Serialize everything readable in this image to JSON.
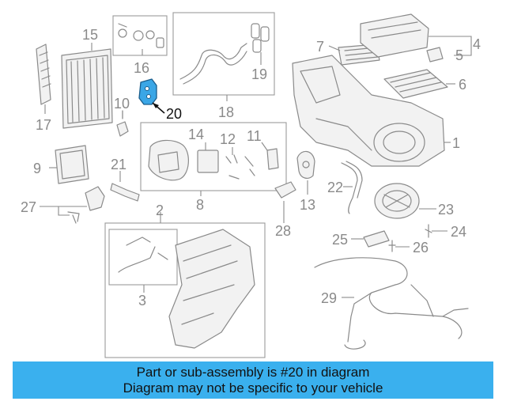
{
  "diagram": {
    "callouts": {
      "c1": "1",
      "c2": "2",
      "c3": "3",
      "c4": "4",
      "c5": "5",
      "c6": "6",
      "c7": "7",
      "c8": "8",
      "c9": "9",
      "c10": "10",
      "c11": "11",
      "c12": "12",
      "c13": "13",
      "c14": "14",
      "c15": "15",
      "c16": "16",
      "c17": "17",
      "c18": "18",
      "c19": "19",
      "c20": "20",
      "c21": "21",
      "c22": "22",
      "c23": "23",
      "c24": "24",
      "c25": "25",
      "c26": "26",
      "c27": "27",
      "c28": "28",
      "c29": "29"
    },
    "highlighted_part": "20",
    "highlight_color": "#3aa6e6"
  },
  "banner": {
    "line1": "Part or sub-assembly is #20 in diagram",
    "line2": "Diagram may not be specific to your vehicle",
    "background_color": "#3ab0ee"
  }
}
